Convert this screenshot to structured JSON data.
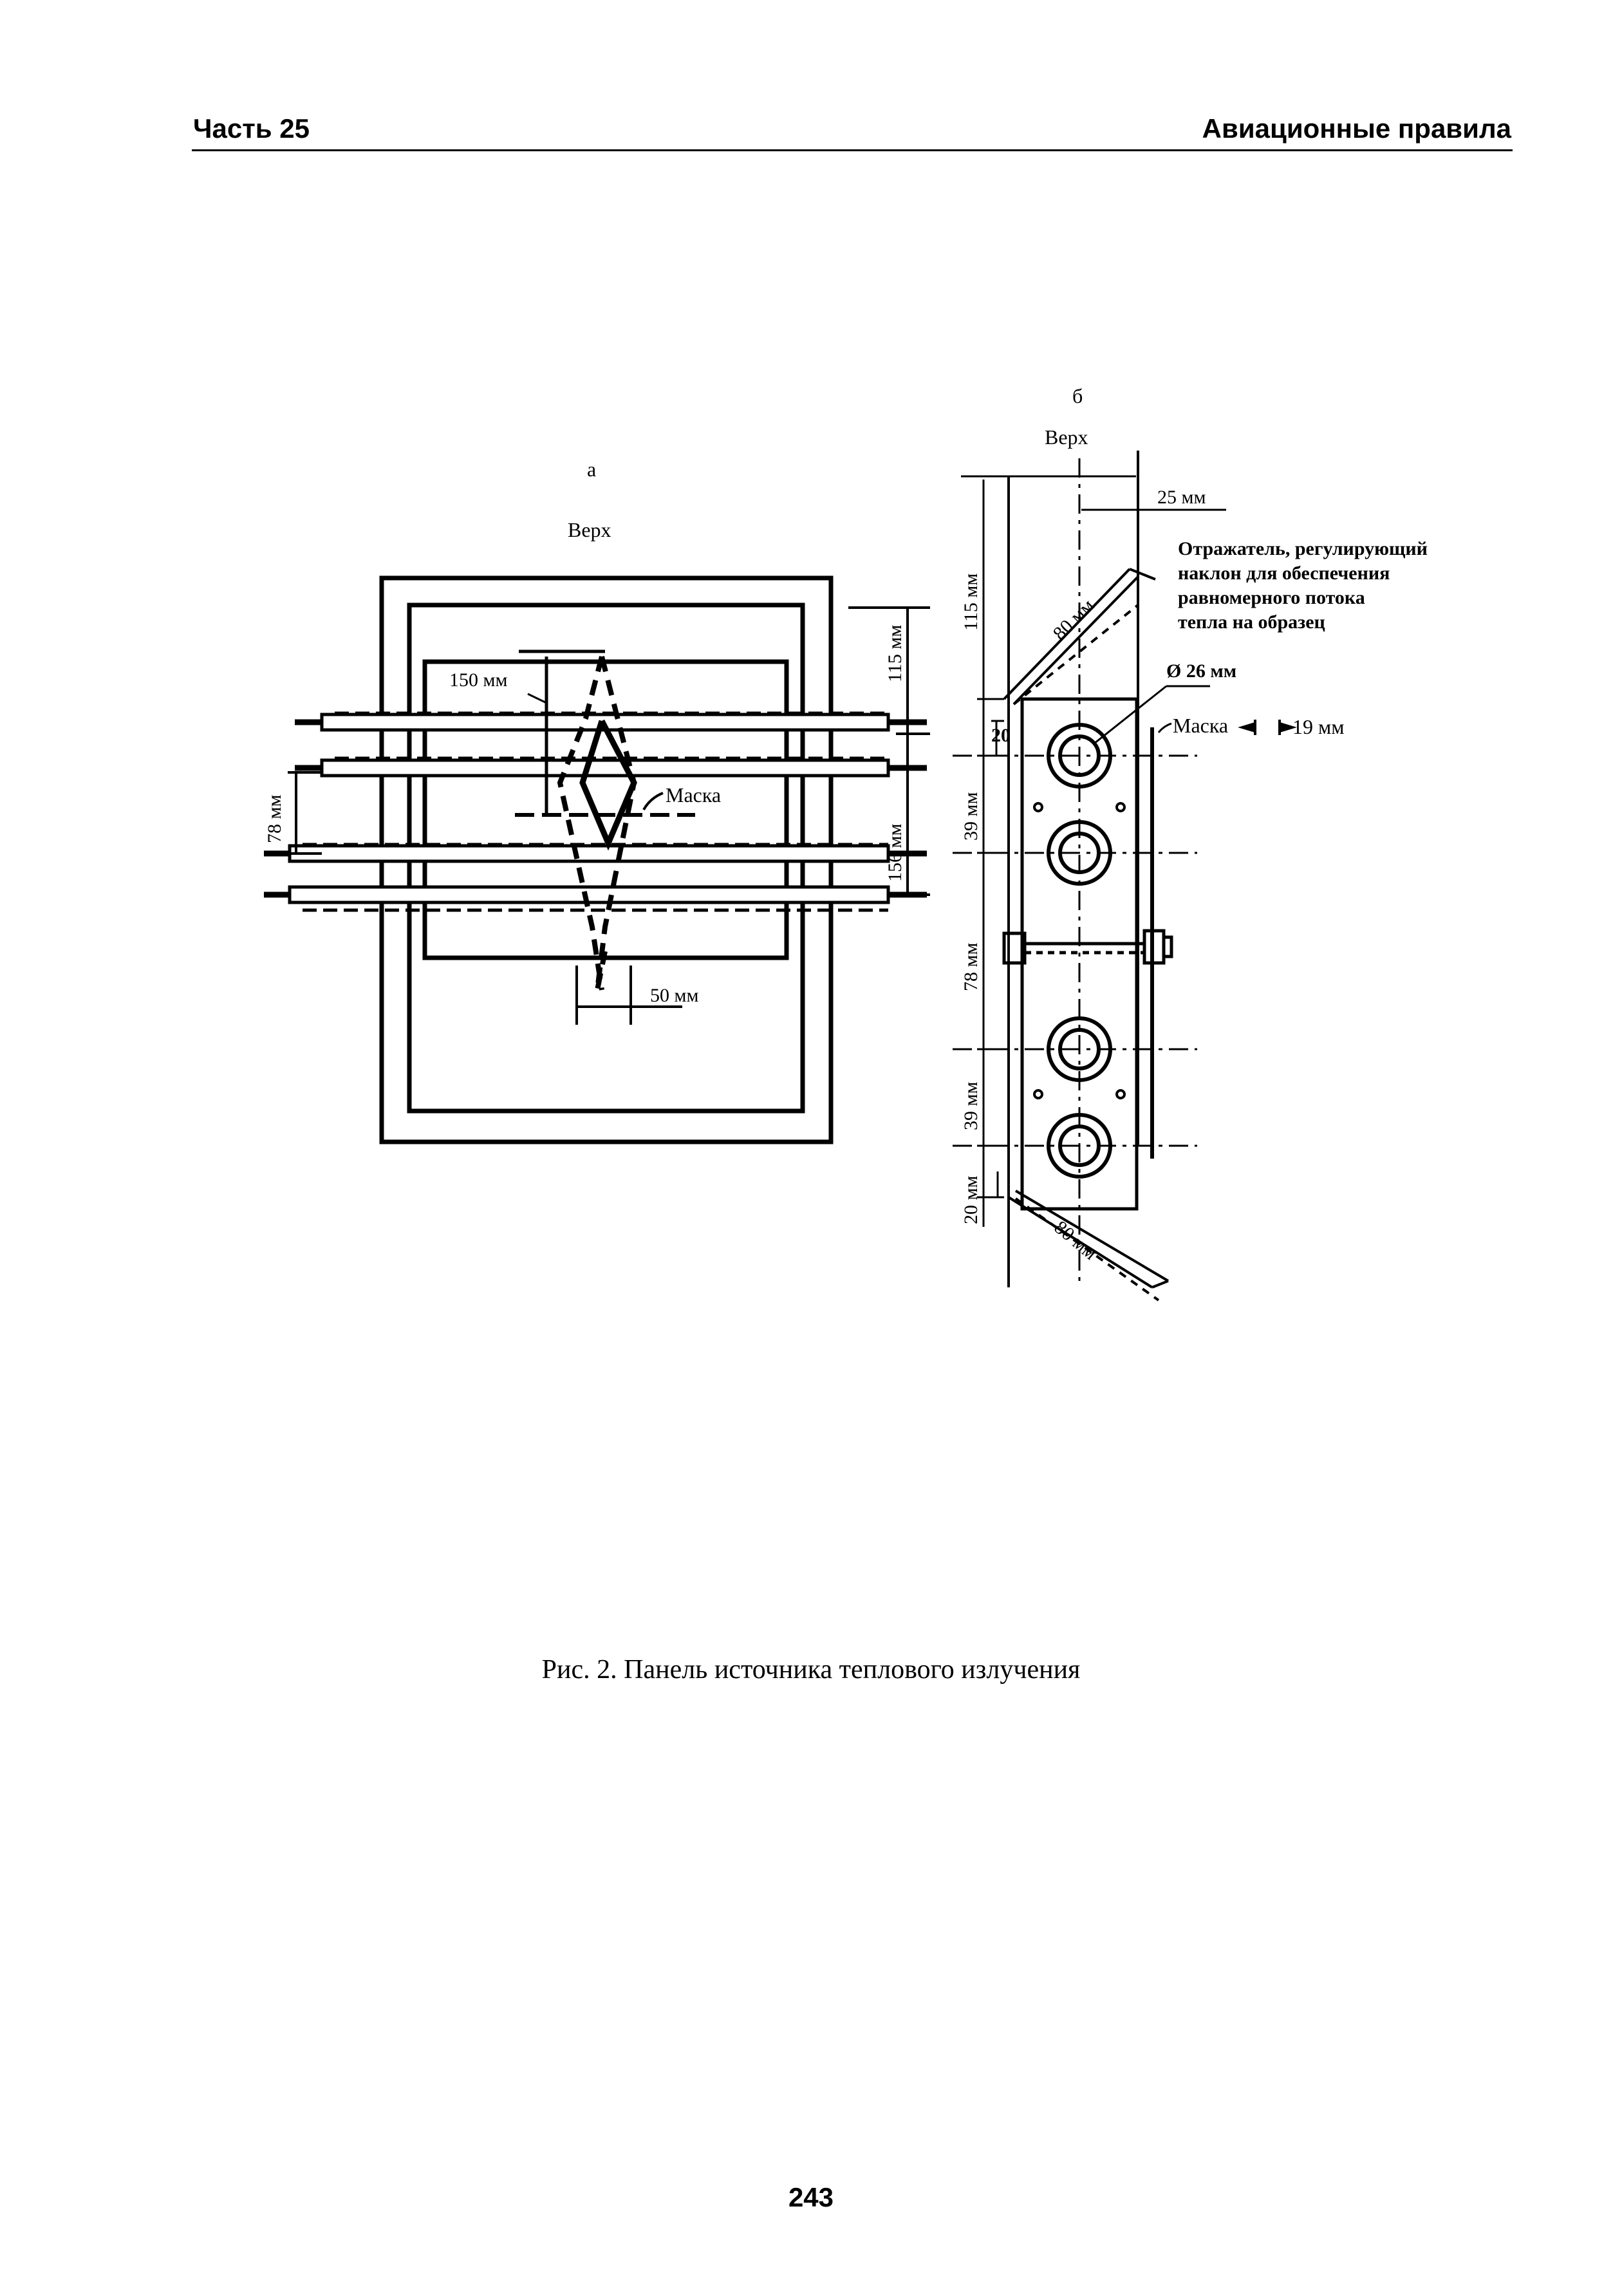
{
  "header": {
    "left": "Часть 25",
    "right": "Авиационные правила"
  },
  "figure": {
    "a": {
      "letter": "а",
      "top_label": "Верх",
      "dim_150": "150 мм",
      "dim_115": "115 мм",
      "dim_156": "156 мм",
      "dim_78": "78 мм",
      "dim_50": "50 мм",
      "mask": "Маска"
    },
    "b": {
      "letter": "б",
      "top_label": "Верх",
      "dim_25": "25 мм",
      "reflector_line1": "Отражатель, регулирующий",
      "reflector_line2": "наклон для обеспечения",
      "reflector_line3": "равномерного потока",
      "reflector_line4": "тепла на образец",
      "diameter": "Ø 26 мм",
      "mask": "Маска",
      "dim_19": "19 мм",
      "dim_80_top": "80 мм",
      "dim_80_bottom": "80 мм",
      "dim_115": "115 мм",
      "dim_20_top": "20",
      "dim_39_top": "39 мм",
      "dim_78": "78 мм",
      "dim_39_bottom": "39 мм",
      "dim_20_bottom": "20 мм"
    },
    "caption": "Рис. 2. Панель источника теплового излучения"
  },
  "footer": {
    "page_number": "243"
  }
}
